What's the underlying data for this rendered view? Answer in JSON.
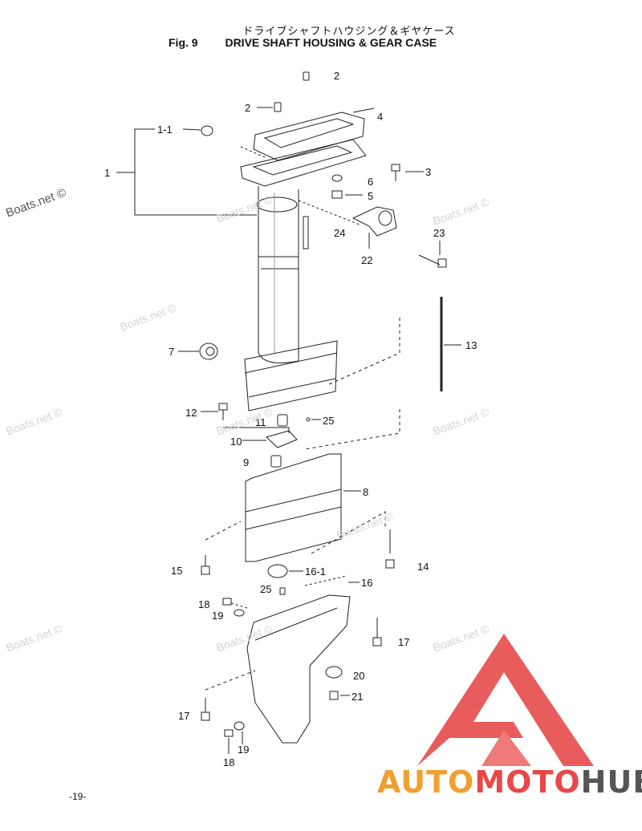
{
  "header": {
    "title_jp": "ドライブシャフトハウジング＆ギヤケース",
    "fig_label": "Fig. 9",
    "title_en": "DRIVE SHAFT HOUSING & GEAR CASE"
  },
  "watermarks": [
    "Boats.net ©",
    "Boats.net ©",
    "Boats.net ©",
    "Boats.net ©",
    "Boats.net ©",
    "Boats.net ©",
    "Boats.net ©",
    "Boats.net ©",
    "Boats.net ©",
    "Boats.net ©",
    "Boats.net ©"
  ],
  "callouts": [
    "2",
    "2",
    "1-1",
    "4",
    "1",
    "3",
    "6",
    "5",
    "24",
    "23",
    "22",
    "13",
    "7",
    "12",
    "11",
    "25",
    "10",
    "9",
    "8",
    "15",
    "14",
    "16-1",
    "16",
    "25",
    "18",
    "19",
    "17",
    "20",
    "21",
    "17",
    "18",
    "19"
  ],
  "page_number": "-19-",
  "logo": {
    "brand_part1": "AUTO",
    "brand_part2": "MOTO",
    "brand_part3": "HUB",
    "color_primary": "#e84848",
    "color_secondary": "#f0a030",
    "color_dark": "#555555"
  }
}
